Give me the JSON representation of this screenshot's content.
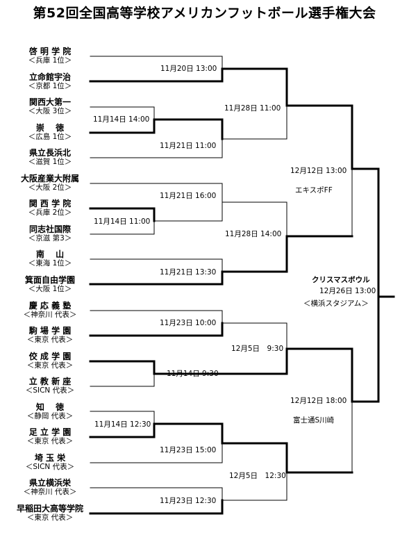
{
  "title": "第52回全国高等学校アメリカンフットボール選手権大会",
  "teams": [
    {
      "name": "啓 明 学 院",
      "sub": "＜兵庫 1位＞"
    },
    {
      "name": "立命館宇治",
      "sub": "＜京都 1位＞"
    },
    {
      "name": "関西大第一",
      "sub": "＜大阪 3位＞"
    },
    {
      "name": "崇　 徳",
      "sub": "＜広島 1位＞"
    },
    {
      "name": "県立長浜北",
      "sub": "＜滋賀 1位＞"
    },
    {
      "name": "大阪産業大附属",
      "sub": "＜大阪 2位＞"
    },
    {
      "name": "関 西 学 院",
      "sub": "＜兵庫 2位＞"
    },
    {
      "name": "同志社国際",
      "sub": "＜京滋 第3＞"
    },
    {
      "name": "南　 山",
      "sub": "＜東海 1位＞"
    },
    {
      "name": "箕面自由学園",
      "sub": "＜大阪 1位＞"
    },
    {
      "name": "慶 応 義 塾",
      "sub": "＜神奈川 代表＞"
    },
    {
      "name": "駒 場 学 園",
      "sub": "＜東京 代表＞"
    },
    {
      "name": "佼 成 学 園",
      "sub": "＜東京 代表＞"
    },
    {
      "name": "立 教 新 座",
      "sub": "＜SICN 代表＞"
    },
    {
      "name": "知　 徳",
      "sub": "＜静岡 代表＞"
    },
    {
      "name": "足 立 学 園",
      "sub": "＜東京 代表＞"
    },
    {
      "name": "埼 玉 栄",
      "sub": "＜SICN 代表＞"
    },
    {
      "name": "県立横浜栄",
      "sub": "＜神奈川 代表＞"
    },
    {
      "name": "早稲田大高等学院",
      "sub": "＜東京 代表＞"
    }
  ],
  "matches": [
    {
      "label": "11月20日 13:00"
    },
    {
      "label": "11月14日 14:00"
    },
    {
      "label": "11月21日 11:00"
    },
    {
      "label": "11月28日 11:00"
    },
    {
      "label": "11月21日 16:00"
    },
    {
      "label": "11月14日 11:00"
    },
    {
      "label": "11月21日 13:30"
    },
    {
      "label": "11月28日 14:00"
    },
    {
      "label": "12月12日 13:00"
    },
    {
      "label": "エキスポFF"
    },
    {
      "label": "11月23日 10:00"
    },
    {
      "label": "11月14日 9:30"
    },
    {
      "label": "12月5日　9:30"
    },
    {
      "label": "11月14日 12:30"
    },
    {
      "label": "11月23日 15:00"
    },
    {
      "label": "11月23日 12:30"
    },
    {
      "label": "12月5日　12:30"
    },
    {
      "label": "12月12日 18:00"
    },
    {
      "label": "富士通S川崎"
    },
    {
      "label": "クリスマスボウル"
    },
    {
      "label": "12月26日 13:00"
    },
    {
      "label": "＜横浜スタジアム＞"
    }
  ]
}
